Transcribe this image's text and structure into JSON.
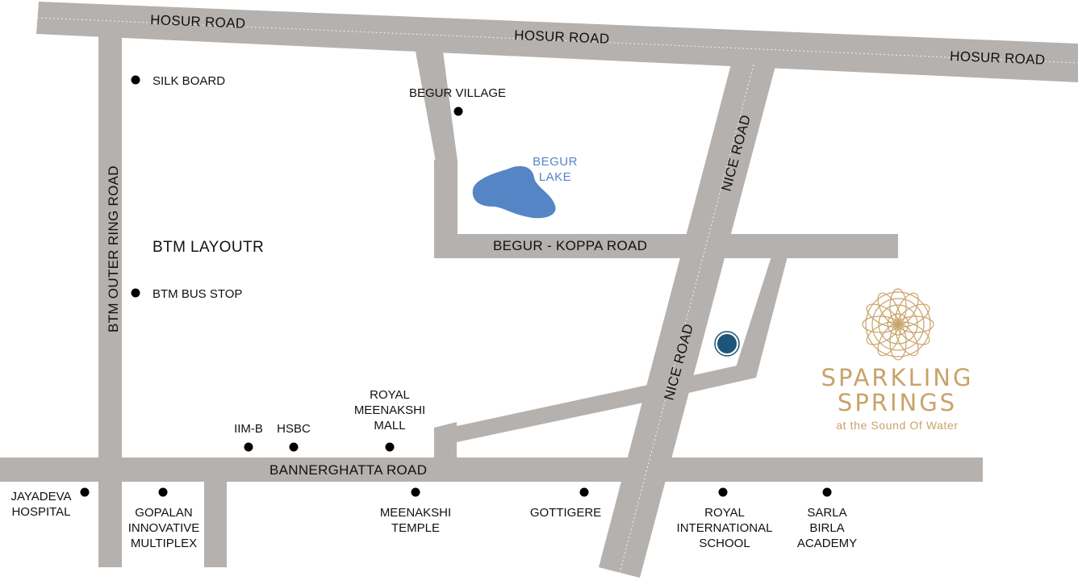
{
  "colors": {
    "road": "#b4b1ae",
    "lake": "#5585c5",
    "lake_label": "#5585c5",
    "marker": "#1d5578",
    "brand_gold": "#c9a36a",
    "dot": "#000000"
  },
  "roads": {
    "hosur_1": "HOSUR  ROAD",
    "hosur_2": "HOSUR  ROAD",
    "hosur_3": "HOSUR  ROAD",
    "btm_outer_ring": "BTM OUTER RING ROAD",
    "nice_upper": "NICE ROAD",
    "nice_lower": "NICE ROAD",
    "begur_koppa": "BEGUR - KOPPA ROAD",
    "bannerghatta": "BANNERGHATTA ROAD"
  },
  "areas": {
    "btm_layout": "BTM LAYOUTR"
  },
  "lake": {
    "line1": "BEGUR",
    "line2": "LAKE"
  },
  "places": {
    "silk_board": "SILK BOARD",
    "begur_village": "BEGUR VILLAGE",
    "btm_bus_stop": "BTM BUS STOP",
    "iimb": "IIM-B",
    "hsbc": "HSBC",
    "royal_mall_1": "ROYAL",
    "royal_mall_2": "MEENAKSHI",
    "royal_mall_3": "MALL",
    "jayadeva_1": "JAYADEVA",
    "jayadeva_2": "HOSPITAL",
    "gopalan_1": "GOPALAN",
    "gopalan_2": "INNOVATIVE",
    "gopalan_3": "MULTIPLEX",
    "temple_1": "MEENAKSHI",
    "temple_2": "TEMPLE",
    "gottigere": "GOTTIGERE",
    "ris_1": "ROYAL",
    "ris_2": "INTERNATIONAL",
    "ris_3": "SCHOOL",
    "sarla_1": "SARLA",
    "sarla_2": "BIRLA",
    "sarla_3": "ACADEMY"
  },
  "brand": {
    "line1": "SPARKLING",
    "line2": "SPRINGS",
    "tagline": "at the Sound Of Water",
    "logo_icon": "lotus-mandala-icon"
  },
  "marker_icon": "project-location-icon"
}
